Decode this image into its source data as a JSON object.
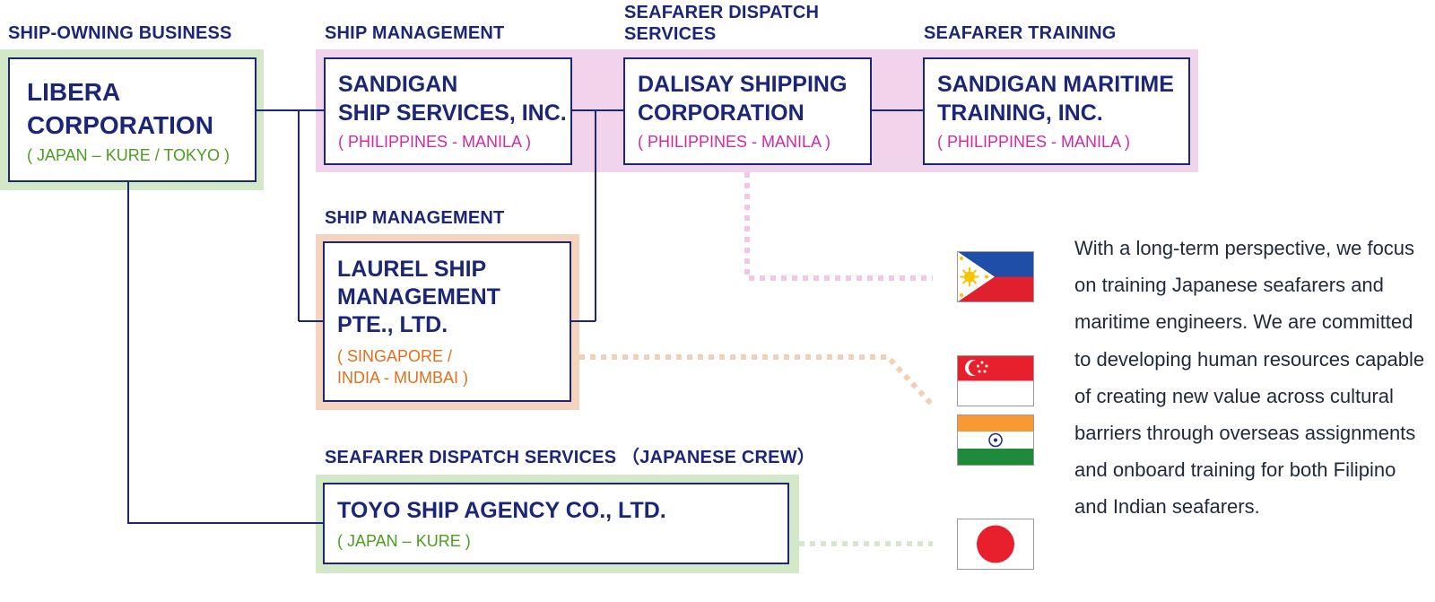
{
  "colors": {
    "navy": "#1c2677",
    "green_band": "#d3e8c7",
    "pink_band": "#f1d3ec",
    "peach_band": "#f4d4bf",
    "green_text": "#4a9e1e",
    "magenta_text": "#cf2aa6",
    "orange_text": "#e0701c"
  },
  "categories": {
    "ship_owning": "SHIP-OWNING BUSINESS",
    "ship_mgmt_top": "SHIP MANAGEMENT",
    "seafarer_dispatch_top": "SEAFARER DISPATCH\nSERVICES",
    "seafarer_training": "SEAFARER TRAINING",
    "ship_mgmt_mid": "SHIP MANAGEMENT",
    "seafarer_dispatch_bottom": "SEAFARER DISPATCH SERVICES （JAPANESE CREW）"
  },
  "companies": {
    "libera": {
      "name": "LIBERA\nCORPORATION",
      "location": "( JAPAN – KURE / TOKYO )"
    },
    "sandigan_ship": {
      "name": "SANDIGAN\nSHIP SERVICES, INC.",
      "location": "( PHILIPPINES - MANILA )"
    },
    "dalisay": {
      "name": "DALISAY SHIPPING\nCORPORATION",
      "location": "( PHILIPPINES - MANILA )"
    },
    "sandigan_training": {
      "name": "SANDIGAN MARITIME\nTRAINING, INC.",
      "location": "( PHILIPPINES - MANILA )"
    },
    "laurel": {
      "name": "LAUREL SHIP\nMANAGEMENT\nPTE., LTD.",
      "location": "( SINGAPORE /\n  INDIA - MUMBAI )"
    },
    "toyo": {
      "name": "TOYO SHIP AGENCY CO., LTD.",
      "location": "( JAPAN – KURE )"
    }
  },
  "flags": [
    "philippines-flag",
    "singapore-flag",
    "india-flag",
    "japan-flag"
  ],
  "tagline": "With a long-term perspective, we focus on training Japanese seafarers and maritime engineers. We are committed to developing human resources capable of creating new value across cultural barriers through overseas assignments and onboard training for both Filipino and Indian seafarers."
}
